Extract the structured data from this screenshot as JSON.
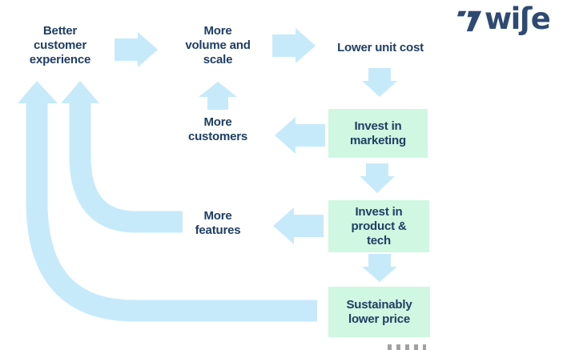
{
  "logo": {
    "brand": "wise",
    "wordmark": "wiʃe"
  },
  "colors": {
    "arrow_blue": "#C7EAFB",
    "box_green": "#CFF7E1",
    "text_navy": "#1F3E63",
    "logo_navy": "#2E4A72"
  },
  "nodes": {
    "better_customer_experience": "Better\ncustomer\nexperience",
    "more_volume_and_scale": "More\nvolume and\nscale",
    "lower_unit_cost": "Lower unit cost",
    "invest_in_marketing": "Invest in\nmarketing",
    "more_customers": "More\ncustomers",
    "invest_in_product_tech": "Invest in\nproduct &\ntech",
    "more_features": "More\nfeatures",
    "sustainably_lower_price": "Sustainably\nlower price"
  },
  "arrows": [
    {
      "name": "arrow-better-to-volume",
      "type": "right"
    },
    {
      "name": "arrow-volume-to-lower-unit-cost",
      "type": "right"
    },
    {
      "name": "arrow-lower-unit-cost-to-invest-marketing",
      "type": "down"
    },
    {
      "name": "arrow-invest-marketing-to-more-customers",
      "type": "left"
    },
    {
      "name": "arrow-more-customers-to-volume",
      "type": "up"
    },
    {
      "name": "arrow-invest-marketing-to-invest-product",
      "type": "down"
    },
    {
      "name": "arrow-invest-product-to-more-features",
      "type": "left"
    },
    {
      "name": "arrow-invest-product-to-sustainably",
      "type": "down"
    },
    {
      "name": "loop-more-features-to-better-experience",
      "type": "curved-up"
    },
    {
      "name": "loop-sustainably-lower-price-to-better-experience",
      "type": "curved-up"
    }
  ]
}
